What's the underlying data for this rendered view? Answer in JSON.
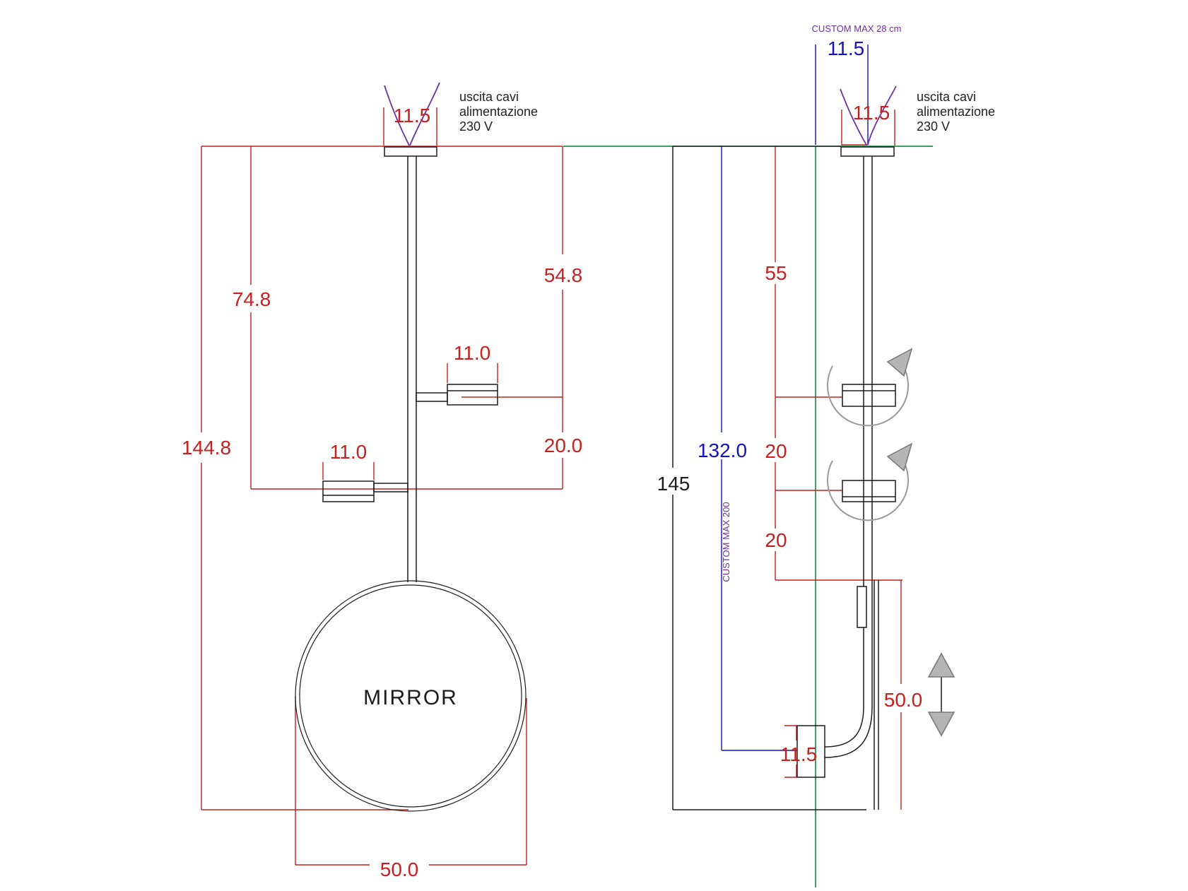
{
  "drawing": {
    "front_view": {
      "canopy_width_dim": "11.5",
      "cable_note_line1": "uscita cavi",
      "cable_note_line2": "alimentazione",
      "cable_note_line3": "230 V",
      "total_height_dim": "144.8",
      "height_to_lower_head_dim": "74.8",
      "height_to_upper_head_dim": "54.8",
      "head_gap_dim": "20.0",
      "upper_head_width_dim": "11.0",
      "lower_head_width_dim": "11.0",
      "mirror_label": "MIRROR",
      "mirror_diameter_dim": "50.0"
    },
    "side_view": {
      "custom_top_note": "CUSTOM MAX 28 cm",
      "canopy_offset_dim": "11.5",
      "canopy_width_dim": "11.5",
      "cable_note_line1": "uscita cavi",
      "cable_note_line2": "alimentazione",
      "cable_note_line3": "230 V",
      "ceiling_to_upper_head_dim": "55",
      "upper_gap_dim": "20",
      "lower_gap_dim": "20",
      "cable_drop_dim": "132.0",
      "total_height_dim": "145",
      "custom_side_note": "CUSTOM MAX 200",
      "telescopic_dim": "50.0",
      "wall_box_dim": "11.5"
    },
    "colors": {
      "dimension_red": "#c62020",
      "dimension_blue": "#1212c0",
      "note_purple": "#7030a0",
      "ceiling_green": "#008030",
      "object_black": "#1c1c1c",
      "arrow_gray": "#b5b5b5"
    }
  }
}
